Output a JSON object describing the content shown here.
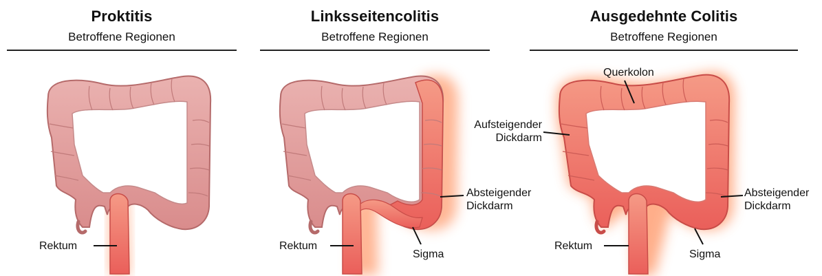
{
  "panels": [
    {
      "title": "Proktitis",
      "subtitle": "Betroffene Regionen",
      "labels": {
        "rectum": "Rektum"
      }
    },
    {
      "title": "Linksseitencolitis",
      "subtitle": "Betroffene Regionen",
      "labels": {
        "rectum": "Rektum",
        "descending_1": "Absteigender",
        "descending_2": "Dickdarm",
        "sigma": "Sigma"
      }
    },
    {
      "title": "Ausgedehnte Colitis",
      "subtitle": "Betroffene Regionen",
      "labels": {
        "transverse": "Querkolon",
        "ascending_1": "Aufsteigender",
        "ascending_2": "Dickdarm",
        "rectum": "Rektum",
        "descending_1": "Absteigender",
        "descending_2": "Dickdarm",
        "sigma": "Sigma"
      }
    }
  ],
  "colors": {
    "healthy_tissue": "#e6a3a3",
    "healthy_outline": "#b56a6a",
    "inflamed_tissue": "#f0736b",
    "inflamed_glow": "#ff7a3c",
    "leader_line": "#111111"
  }
}
